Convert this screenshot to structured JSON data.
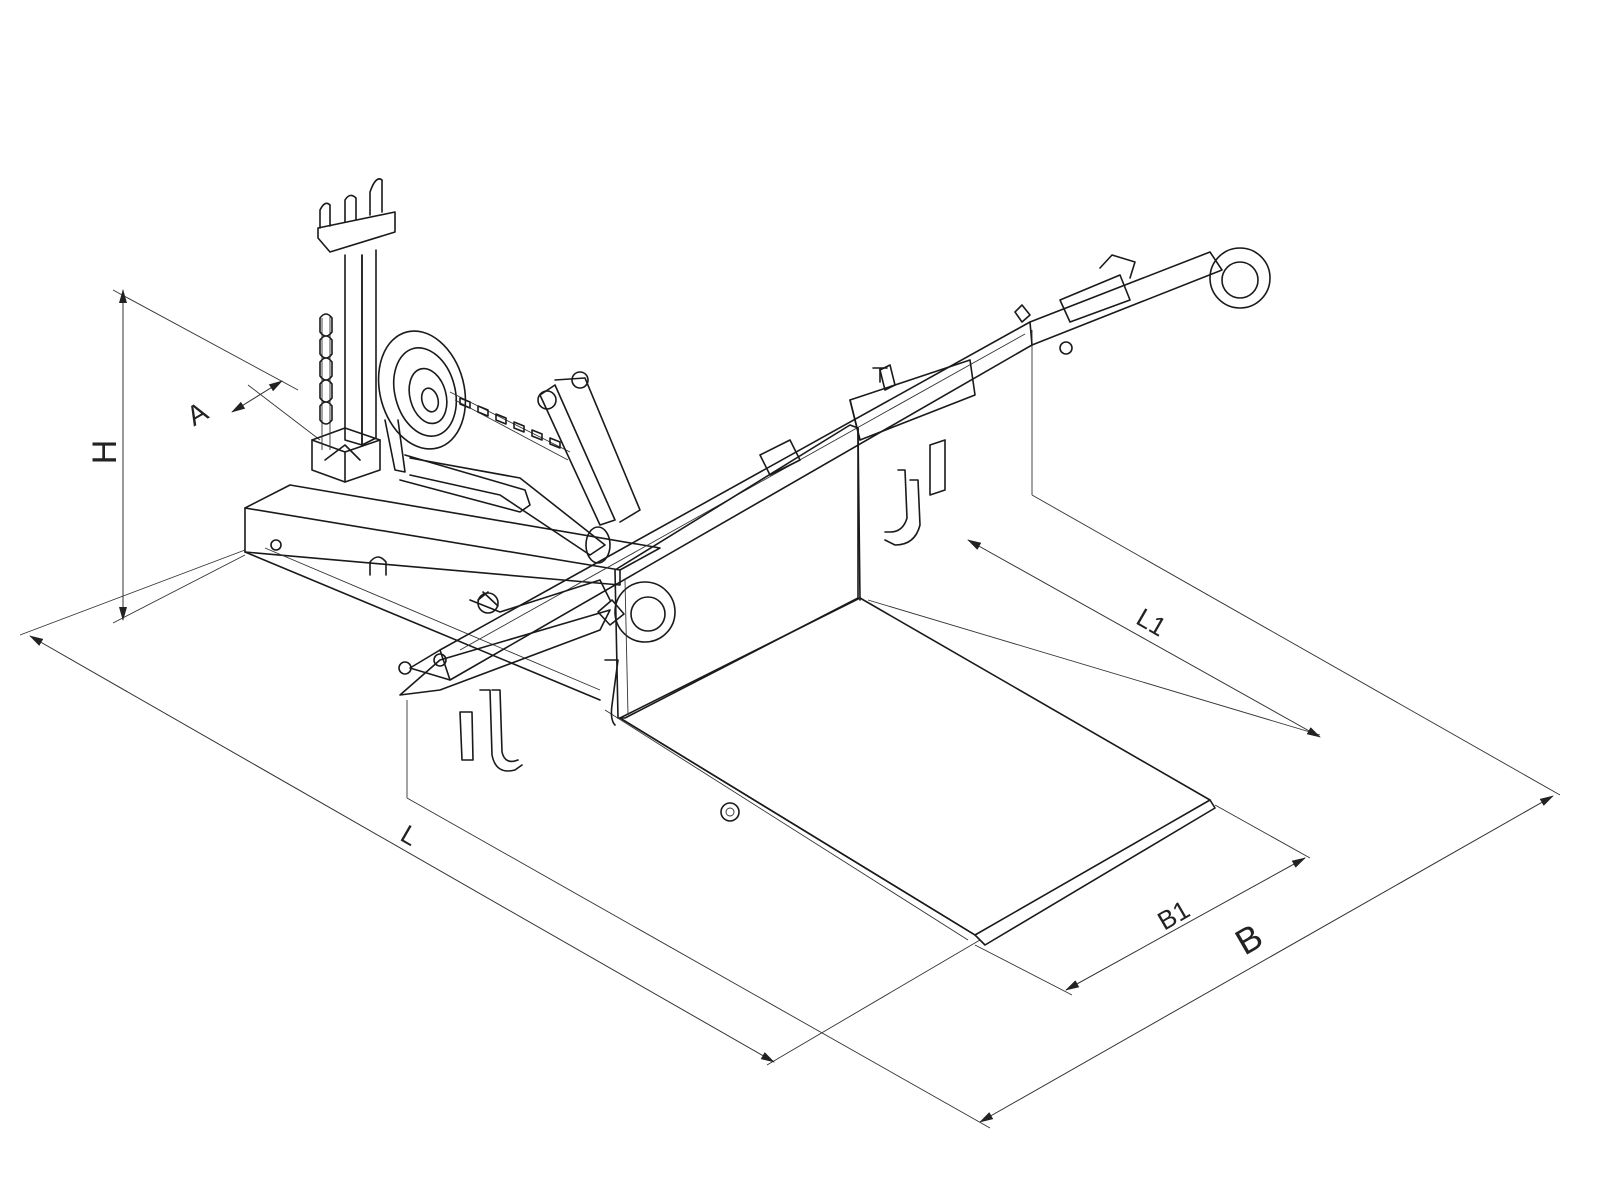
{
  "drawing": {
    "dimensions": {
      "H": "H",
      "A": "A",
      "L": "L",
      "L1": "L1",
      "B1": "B1",
      "B": "B"
    },
    "colors": {
      "line": "#1a1a1a",
      "dimension": "#333333",
      "background": "#ffffff"
    }
  }
}
